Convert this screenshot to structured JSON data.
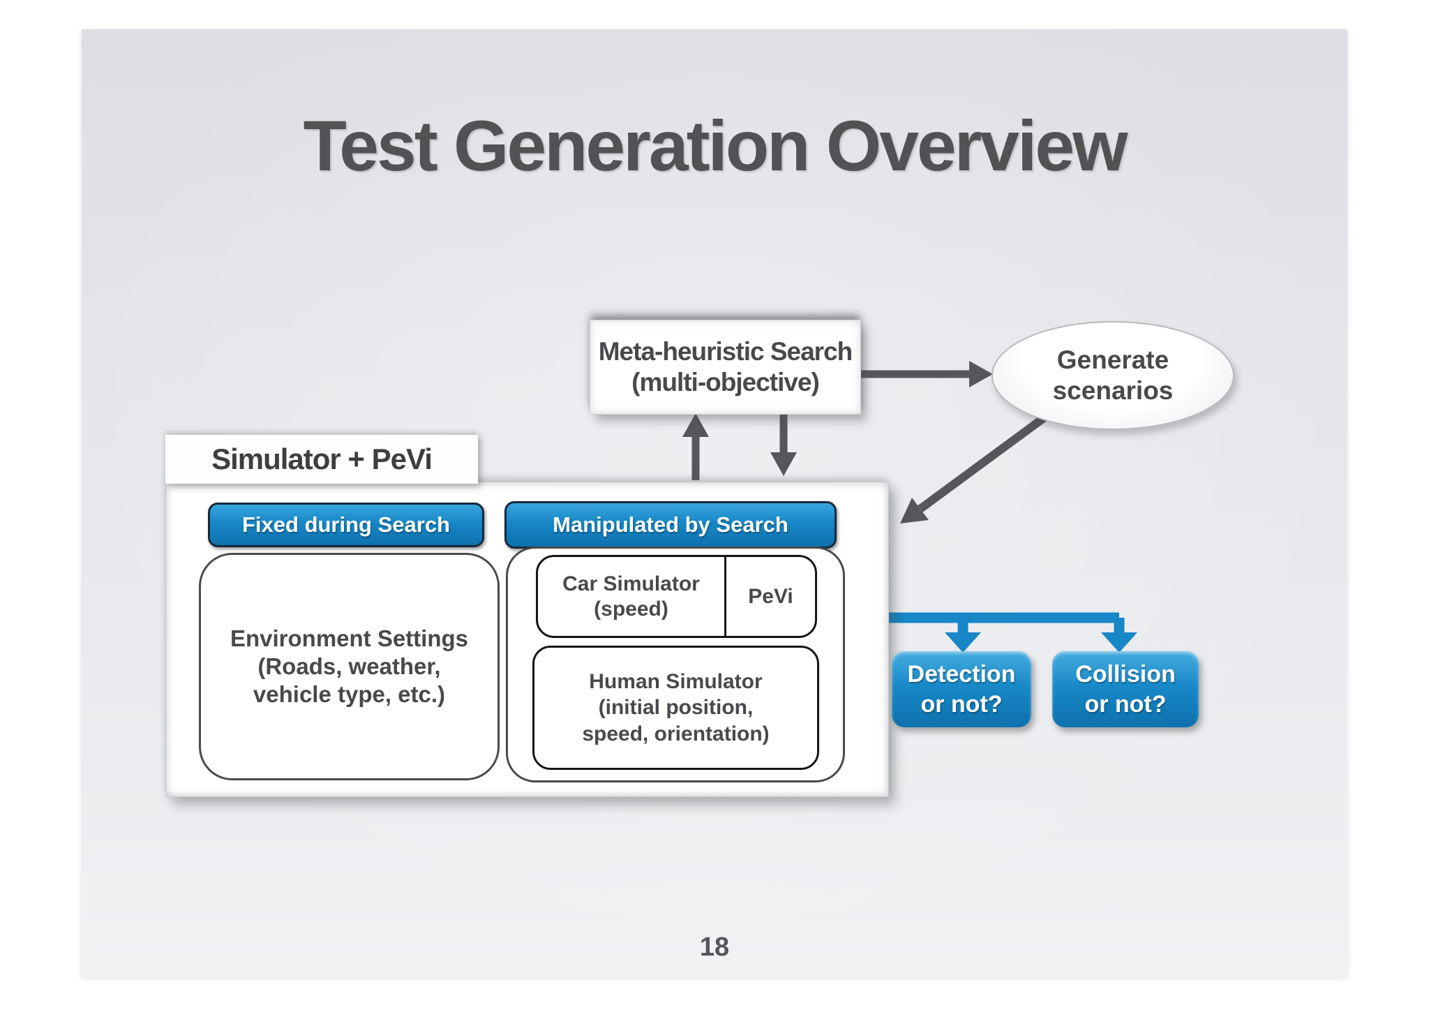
{
  "slide": {
    "title": "Test Generation Overview",
    "page_number": "18"
  },
  "nodes": {
    "meta_search": {
      "label": "Meta-heuristic Search\n(multi-objective)"
    },
    "generate_scenarios": {
      "label": "Generate\nscenarios"
    },
    "simulator_tab": {
      "label": "Simulator + PeVi"
    },
    "fixed_header": {
      "label": "Fixed during Search"
    },
    "environment": {
      "label": "Environment Settings\n(Roads, weather,\nvehicle type, etc.)"
    },
    "manipulated_header": {
      "label": "Manipulated by Search"
    },
    "car_simulator": {
      "label": "Car Simulator\n(speed)"
    },
    "pevi": {
      "label": "PeVi"
    },
    "human_simulator": {
      "label": "Human Simulator\n(initial position,\nspeed, orientation)"
    },
    "detection": {
      "label": "Detection\nor not?"
    },
    "collision": {
      "label": "Collision\nor not?"
    }
  },
  "colors": {
    "accent_blue": "#1787c7",
    "blue_light": "#38a5dc",
    "blue_dark": "#0e71ad",
    "arrow_gray": "#55575b",
    "text_dark": "#47494c",
    "slide_bg_top": "#dcdee3",
    "slide_bg_bottom": "#f1f2f4"
  }
}
